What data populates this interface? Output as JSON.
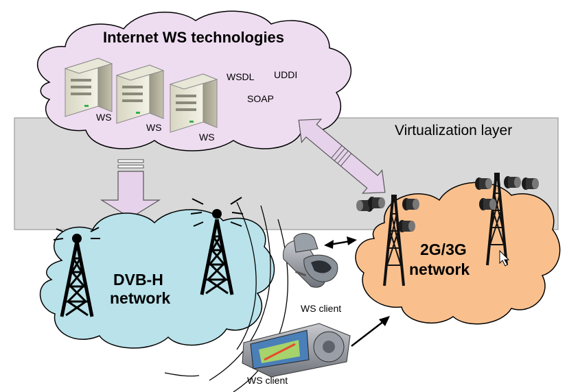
{
  "internet_cloud": {
    "title": "Internet WS technologies",
    "servers": [
      "WS",
      "WS",
      "WS"
    ],
    "protocols": [
      "WSDL",
      "UDDI",
      "SOAP"
    ]
  },
  "virtualization_layer": {
    "label": "Virtualization layer"
  },
  "dvbh_cloud": {
    "line1": "DVB-H",
    "line2": "network"
  },
  "mobile_cloud": {
    "line1": "2G/3G",
    "line2": "network"
  },
  "clients": {
    "phone": "WS client",
    "navigator": "WS client"
  },
  "colors": {
    "internet_cloud": "#eedcf0",
    "layer": "#d9d9d9",
    "dvbh_cloud": "#b9e2ea",
    "mobile_cloud": "#f9c08e",
    "arrow_fill": "#e6d2ea"
  }
}
